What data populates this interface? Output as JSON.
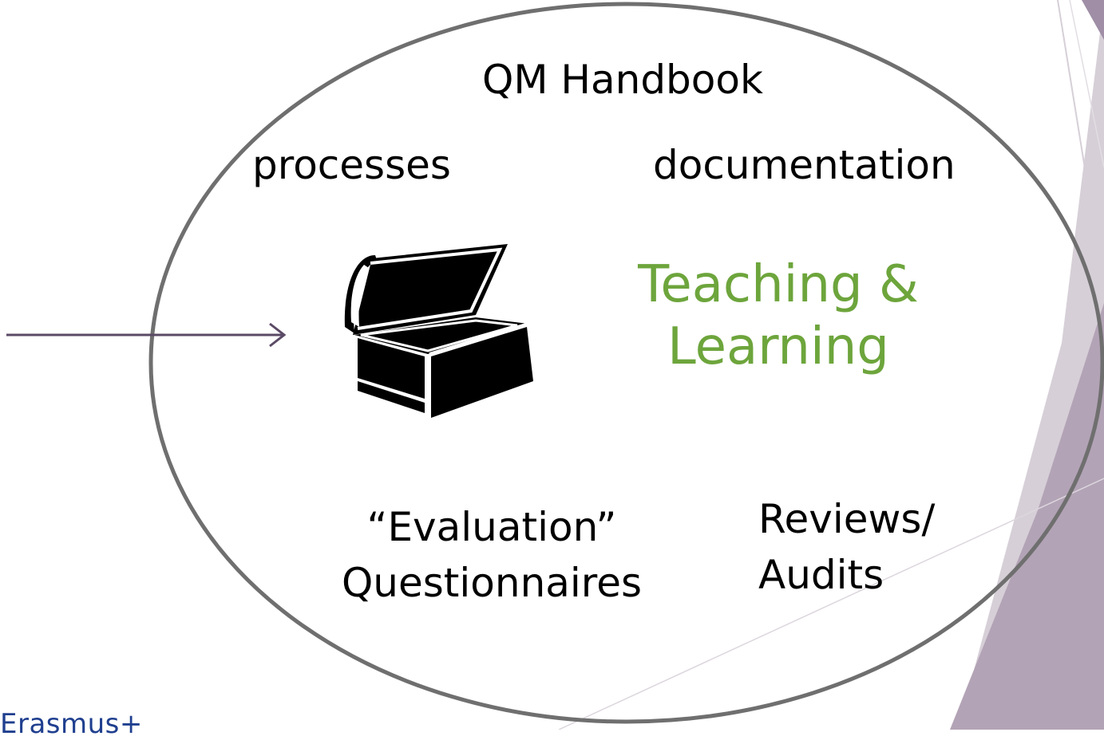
{
  "diagram": {
    "title": "QM Handbook",
    "labels": {
      "processes": "processes",
      "documentation": "documentation",
      "teaching_line1": "Teaching &",
      "teaching_line2": "Learning",
      "evaluation_line1": "“Evaluation”",
      "evaluation_line2": "Questionnaires",
      "reviews_line1": "Reviews/",
      "reviews_line2": "Audits"
    },
    "icon": "treasure-chest-icon"
  },
  "footer": {
    "logo_text": "Erasmus+"
  },
  "colors": {
    "accent_green": "#6da53c",
    "ellipse_stroke": "#6f6f6f",
    "arrow": "#5b4a66",
    "decor_purple": "#b3a3b6",
    "decor_purple_dark": "#9f8ea6",
    "decor_light": "#d6cfd7",
    "erasmus_blue": "#1f3f8f"
  }
}
